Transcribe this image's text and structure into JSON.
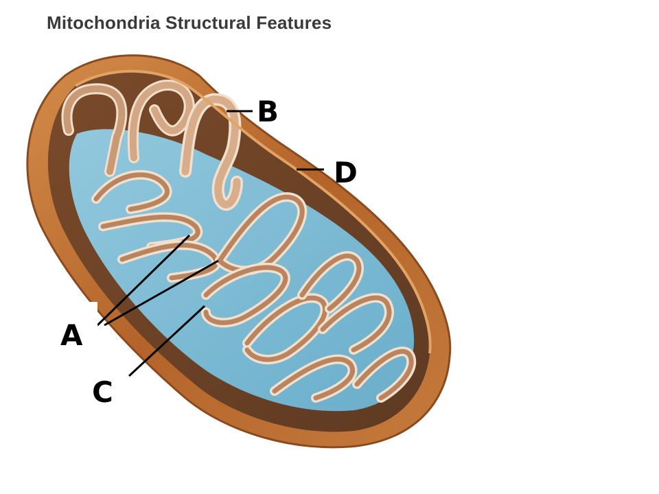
{
  "title": "Mitochondria Structural Features",
  "labels": {
    "a": "A",
    "b": "B",
    "c": "C",
    "d": "D"
  },
  "colors": {
    "outer_membrane": "#b4642a",
    "outer_membrane_light": "#d08a48",
    "cristae": "#d9b08f",
    "cristae_highlight": "#f3e0cc",
    "matrix": "#7fbcd6",
    "background": "#ffffff"
  }
}
